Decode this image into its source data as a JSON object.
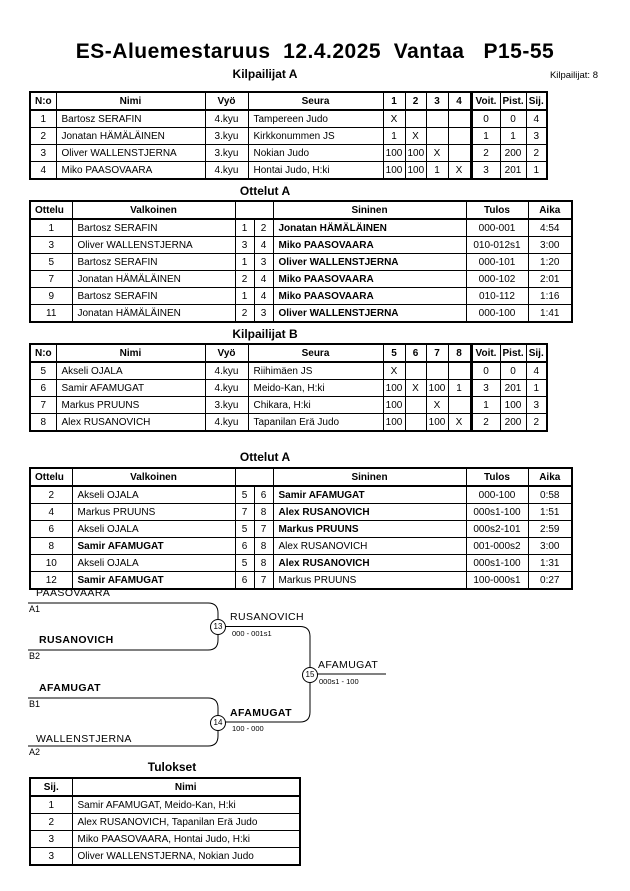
{
  "page": {
    "title": "ES-Aluemestaruus  12.4.2025  Vantaa   P15-55",
    "competitors_label": "Kilpailijat: 8"
  },
  "pool_a": {
    "title": "Kilpailijat A",
    "headers": {
      "no": "N:o",
      "name": "Nimi",
      "belt": "Vyö",
      "club": "Seura",
      "r1": "1",
      "r2": "2",
      "r3": "3",
      "r4": "4",
      "wins": "Voit.",
      "points": "Pist.",
      "place": "Sij."
    },
    "rows": [
      {
        "no": "1",
        "name": "Bartosz SERAFIN",
        "belt": "4.kyu",
        "club": "Tampereen Judo",
        "c1": "X",
        "c2": "",
        "c3": "",
        "c4": "",
        "wins": "0",
        "points": "0",
        "place": "4"
      },
      {
        "no": "2",
        "name": "Jonatan HÄMÄLÄINEN",
        "belt": "3.kyu",
        "club": "Kirkkonummen JS",
        "c1": "1",
        "c2": "X",
        "c3": "",
        "c4": "",
        "wins": "1",
        "points": "1",
        "place": "3"
      },
      {
        "no": "3",
        "name": "Oliver WALLENSTJERNA",
        "belt": "3.kyu",
        "club": "Nokian Judo",
        "c1": "100",
        "c2": "100",
        "c3": "X",
        "c4": "",
        "wins": "2",
        "points": "200",
        "place": "2"
      },
      {
        "no": "4",
        "name": "Miko PAASOVAARA",
        "belt": "4.kyu",
        "club": "Hontai Judo, H:ki",
        "c1": "100",
        "c2": "100",
        "c3": "1",
        "c4": "X",
        "wins": "3",
        "points": "201",
        "place": "1"
      }
    ]
  },
  "matches_a": {
    "title": "Ottelut A",
    "headers": {
      "match": "Ottelu",
      "white": "Valkoinen",
      "blue": "Sininen",
      "score": "Tulos",
      "time": "Aika"
    },
    "rows": [
      {
        "no": "1",
        "white": "Bartosz SERAFIN",
        "wn": "1",
        "bn": "2",
        "blue": "Jonatan HÄMÄLÄINEN",
        "score": "000-001",
        "time": "4:54",
        "wb": false,
        "bb": true
      },
      {
        "no": "3",
        "white": "Oliver WALLENSTJERNA",
        "wn": "3",
        "bn": "4",
        "blue": "Miko PAASOVAARA",
        "score": "010-012s1",
        "time": "3:00",
        "wb": false,
        "bb": true
      },
      {
        "no": "5",
        "white": "Bartosz SERAFIN",
        "wn": "1",
        "bn": "3",
        "blue": "Oliver WALLENSTJERNA",
        "score": "000-101",
        "time": "1:20",
        "wb": false,
        "bb": true
      },
      {
        "no": "7",
        "white": "Jonatan HÄMÄLÄINEN",
        "wn": "2",
        "bn": "4",
        "blue": "Miko PAASOVAARA",
        "score": "000-102",
        "time": "2:01",
        "wb": false,
        "bb": true
      },
      {
        "no": "9",
        "white": "Bartosz SERAFIN",
        "wn": "1",
        "bn": "4",
        "blue": "Miko PAASOVAARA",
        "score": "010-112",
        "time": "1:16",
        "wb": false,
        "bb": true
      },
      {
        "no": "11",
        "white": "Jonatan HÄMÄLÄINEN",
        "wn": "2",
        "bn": "3",
        "blue": "Oliver WALLENSTJERNA",
        "score": "000-100",
        "time": "1:41",
        "wb": false,
        "bb": true
      }
    ]
  },
  "pool_b": {
    "title": "Kilpailijat B",
    "headers": {
      "no": "N:o",
      "name": "Nimi",
      "belt": "Vyö",
      "club": "Seura",
      "r1": "5",
      "r2": "6",
      "r3": "7",
      "r4": "8",
      "wins": "Voit.",
      "points": "Pist.",
      "place": "Sij."
    },
    "rows": [
      {
        "no": "5",
        "name": "Akseli OJALA",
        "belt": "4.kyu",
        "club": "Riihimäen JS",
        "c1": "X",
        "c2": "",
        "c3": "",
        "c4": "",
        "wins": "0",
        "points": "0",
        "place": "4"
      },
      {
        "no": "6",
        "name": "Samir AFAMUGAT",
        "belt": "4.kyu",
        "club": "Meido-Kan, H:ki",
        "c1": "100",
        "c2": "X",
        "c3": "100",
        "c4": "1",
        "wins": "3",
        "points": "201",
        "place": "1"
      },
      {
        "no": "7",
        "name": "Markus PRUUNS",
        "belt": "3.kyu",
        "club": "Chikara, H:ki",
        "c1": "100",
        "c2": "",
        "c3": "X",
        "c4": "",
        "wins": "1",
        "points": "100",
        "place": "3"
      },
      {
        "no": "8",
        "name": "Alex RUSANOVICH",
        "belt": "4.kyu",
        "club": "Tapanilan Erä Judo",
        "c1": "100",
        "c2": "",
        "c3": "100",
        "c4": "X",
        "wins": "2",
        "points": "200",
        "place": "2"
      }
    ]
  },
  "matches_b": {
    "title": "Ottelut A",
    "headers": {
      "match": "Ottelu",
      "white": "Valkoinen",
      "blue": "Sininen",
      "score": "Tulos",
      "time": "Aika"
    },
    "rows": [
      {
        "no": "2",
        "white": "Akseli OJALA",
        "wn": "5",
        "bn": "6",
        "blue": "Samir AFAMUGAT",
        "score": "000-100",
        "time": "0:58",
        "wb": false,
        "bb": true
      },
      {
        "no": "4",
        "white": "Markus PRUUNS",
        "wn": "7",
        "bn": "8",
        "blue": "Alex RUSANOVICH",
        "score": "000s1-100",
        "time": "1:51",
        "wb": false,
        "bb": true
      },
      {
        "no": "6",
        "white": "Akseli OJALA",
        "wn": "5",
        "bn": "7",
        "blue": "Markus PRUUNS",
        "score": "000s2-101",
        "time": "2:59",
        "wb": false,
        "bb": true
      },
      {
        "no": "8",
        "white": "Samir AFAMUGAT",
        "wn": "6",
        "bn": "8",
        "blue": "Alex RUSANOVICH",
        "score": "001-000s2",
        "time": "3:00",
        "wb": true,
        "bb": false
      },
      {
        "no": "10",
        "white": "Akseli OJALA",
        "wn": "5",
        "bn": "8",
        "blue": "Alex RUSANOVICH",
        "score": "000s1-100",
        "time": "1:31",
        "wb": false,
        "bb": true
      },
      {
        "no": "12",
        "white": "Samir AFAMUGAT",
        "wn": "6",
        "bn": "7",
        "blue": "Markus PRUUNS",
        "score": "100-000s1",
        "time": "0:27",
        "wb": true,
        "bb": false
      }
    ]
  },
  "bracket": {
    "slot1": {
      "name": "PAASOVAARA",
      "seed": "A1"
    },
    "slot2": {
      "name": "RUSANOVICH",
      "seed": "B2"
    },
    "slot3": {
      "name": "AFAMUGAT",
      "seed": "B1"
    },
    "slot4": {
      "name": "WALLENSTJERNA",
      "seed": "A2"
    },
    "semi1": {
      "match_no": "13",
      "winner": "RUSANOVICH",
      "score": "000 - 001s1"
    },
    "semi2": {
      "match_no": "14",
      "winner": "AFAMUGAT",
      "score": "100 - 000"
    },
    "final": {
      "match_no": "15",
      "winner": "AFAMUGAT",
      "score": "000s1 - 100"
    }
  },
  "results": {
    "title": "Tulokset",
    "headers": {
      "place": "Sij.",
      "name": "Nimi"
    },
    "rows": [
      {
        "place": "1",
        "name": "Samir AFAMUGAT, Meido-Kan, H:ki"
      },
      {
        "place": "2",
        "name": "Alex RUSANOVICH, Tapanilan Erä Judo"
      },
      {
        "place": "3",
        "name": "Miko PAASOVAARA, Hontai Judo, H:ki"
      },
      {
        "place": "3",
        "name": "Oliver WALLENSTJERNA, Nokian Judo"
      }
    ]
  }
}
